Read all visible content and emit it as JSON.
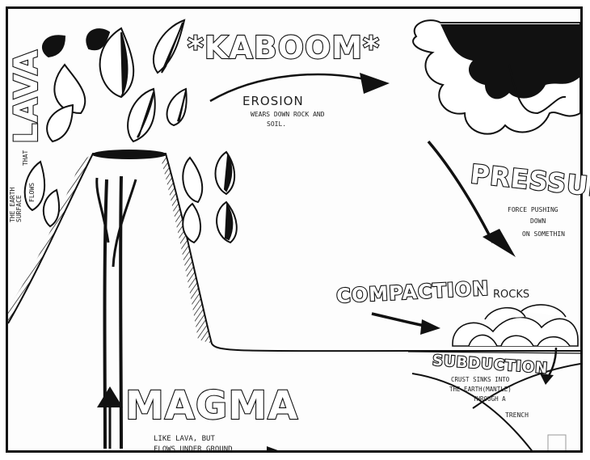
{
  "labels": {
    "lava": "LAVA",
    "kaboom": "*KABOOM*",
    "erosion": "EROSION",
    "erosion_desc": "WEARS DOWN ROCK AND",
    "erosion_desc2": "SOIL.",
    "pressure": "PRESSURE",
    "pressure_desc1": "FORCE PUSHING",
    "pressure_desc2": "DOWN",
    "pressure_desc3": "ON SOMETHIN",
    "compaction": "COMPACTION",
    "rocks": "ROCKS",
    "subduction": "SUBDUCTION",
    "subduction_desc1": "CRUST SINKS INTO",
    "subduction_desc2": "THE EARTH(MANTLE)",
    "subduction_desc3": "THROUGH A",
    "trench": "TRENCH",
    "magma": "MAGMA",
    "magma_desc1": "LIKE LAVA, BUT",
    "magma_desc2": "FLOWS UNDER GROUND",
    "lava_desc1": "THAT",
    "lava_desc2": "FLOWS",
    "lava_desc3": "THE EARTH",
    "lava_desc4": "SURFACE"
  },
  "colors": {
    "ink": "#111111",
    "paper": "#fdfdfd"
  }
}
